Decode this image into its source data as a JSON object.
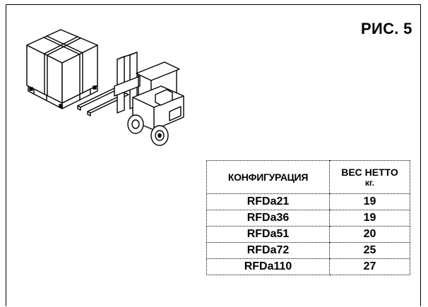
{
  "figure": {
    "title": "РИС. 5"
  },
  "table": {
    "headers": {
      "configuration": "КОНФИГУРАЦИЯ",
      "weight": "ВЕС НЕТТО",
      "weight_unit": "кг."
    },
    "rows": [
      {
        "config": "RFDa21",
        "weight": "19"
      },
      {
        "config": "RFDa36",
        "weight": "19"
      },
      {
        "config": "RFDa51",
        "weight": "20"
      },
      {
        "config": "RFDa72",
        "weight": "25"
      },
      {
        "config": "RFDa110",
        "weight": "27"
      }
    ]
  },
  "illustration": {
    "icon": "forklift-with-boxed-crate-icon"
  }
}
